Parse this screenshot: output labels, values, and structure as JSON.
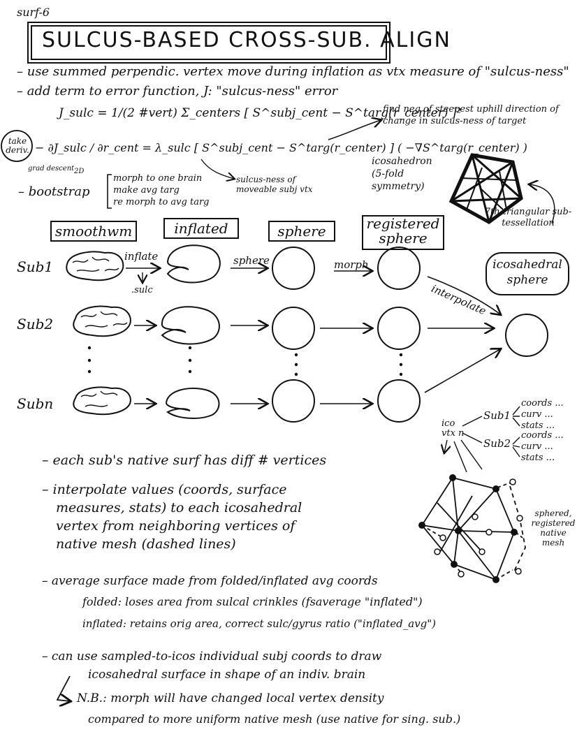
{
  "corner_label": "surf-6",
  "title": "SULCUS-BASED CROSS-SUB. ALIGN",
  "bullets_top": [
    "– use summed perpendic. vertex move during inflation as vtx measure of \"sulcus-ness\"",
    "– add term to error function, J: \"sulcus-ness\" error"
  ],
  "equation_1": "J_sulc = 1/(2 #vert) Σ_centers [ S^subj_cent − S^targ(r_center) ]²",
  "equation_1_note": "find neg of steepest uphill direction of change in sulcus-ness of target",
  "take_deriv": "take deriv.",
  "equation_2": "− ∂J_sulc / ∂r_cent = λ_sulc [ S^subj_cent − S^targ(r_center) ] ( −∇S^targ(r_center) )",
  "grad_descent": "grad descent",
  "twoD": "2D",
  "sulcusness_note": "sulcus-ness of moveable subj vtx",
  "bootstrap_label": "– bootstrap",
  "bootstrap_steps": [
    "morph to one brain",
    "make avg targ",
    "re morph to avg targ"
  ],
  "icosahedron_label": "icosahedron (5-fold symmetry)",
  "tessellation_label": "7th triangular sub-tessellation",
  "columns": [
    "smoothwm",
    "inflated",
    "sphere",
    "registered sphere"
  ],
  "icosahedral_sphere": "icosahedral sphere",
  "subjects": [
    "Sub1",
    "Sub2",
    "Subn"
  ],
  "arrow_labels": {
    "inflate": "inflate",
    "sulc": ".sulc",
    "sphere": "sphere",
    "morph": "morph",
    "interpolate": "interpolate"
  },
  "ico_tree": {
    "root": "ico vtx n",
    "sub1": "Sub1",
    "sub2": "Sub2",
    "items": [
      "coords ...",
      "curv ...",
      "stats ..."
    ]
  },
  "mesh_label": "sphered, registered native mesh",
  "bullets_bottom": [
    "– each sub's native surf has diff # vertices",
    "– interpolate values (coords, surface",
    "measures, stats) to each icosahedral",
    "vertex from neighboring vertices of",
    "native mesh (dashed lines)"
  ],
  "average_line": "– average surface made from folded/inflated avg coords",
  "folded_line": "folded: loses area from sulcal crinkles (fsaverage \"inflated\")",
  "inflated_line": "inflated: retains orig area, correct sulc/gyrus ratio (\"inflated_avg\")",
  "sampled_lines": [
    "– can use sampled-to-icos individual subj coords to draw",
    "icosahedral surface in shape of an indiv. brain"
  ],
  "nb_lines": [
    "N.B.: morph will have changed local vertex density",
    "compared to more uniform native mesh (use native for sing. sub.)"
  ]
}
